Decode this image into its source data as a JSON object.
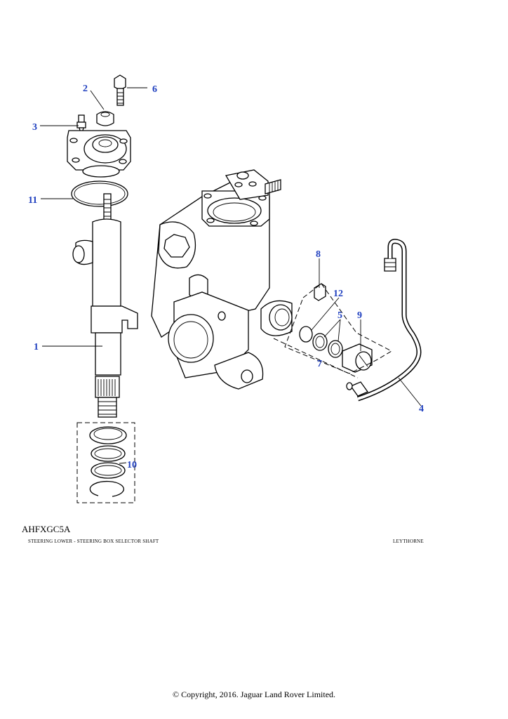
{
  "diagram": {
    "reference_code": "AHFXGC5A",
    "caption_left": "STEERING LOWER - STEERING BOX   SELECTOR SHAFT",
    "caption_right": "LEYTHORNE",
    "copyright": "© Copyright, 2016. Jaguar Land Rover Limited.",
    "callout_color": "#1f3fbf",
    "callouts": {
      "c1": "1",
      "c2": "2",
      "c3": "3",
      "c4": "4",
      "c5": "5",
      "c6": "6",
      "c7": "7",
      "c8": "8",
      "c9": "9",
      "c10": "10",
      "c11": "11",
      "c12": "12"
    }
  }
}
